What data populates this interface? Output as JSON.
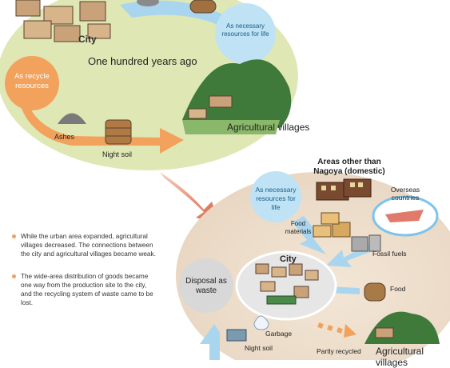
{
  "top": {
    "city": "City",
    "era_title": "One hundred years ago",
    "recycle_bubble": "As recycle resources",
    "necessary_bubble": "As necessary resources for life",
    "ashes": "Ashes",
    "night_soil": "Night soil",
    "agri": "Agricultural villages"
  },
  "bottom": {
    "areas_title": "Areas other than Nagoya (domestic)",
    "necessary_bubble": "As necessary resources for life",
    "overseas": "Overseas countries",
    "food_materials": "Food materials",
    "fossil_fuels": "Fossil fuels",
    "city": "City",
    "disposal_bubble": "Disposal as waste",
    "food": "Food",
    "garbage": "Garbage",
    "night_soil": "Night soil",
    "partly_recycled": "Partly recycled",
    "agri": "Agricultural villages"
  },
  "notes": [
    "While the urban area expanded, agricultural villages decreased. The connections between the city and agricultural villages became weak.",
    "The wide-area distribution of goods became one way from the production site to the city, and the recycling system of waste came to be lost."
  ],
  "colors": {
    "green_blob": "#dfe8b4",
    "tan_blob": "#ecdccb",
    "orange_arrow": "#f2a25c",
    "blue_arrow": "#a9d6ee",
    "bubble_blue": "#bfe3f5",
    "bubble_gray": "#d8d8d8",
    "red_arrow": "#d9603e"
  }
}
